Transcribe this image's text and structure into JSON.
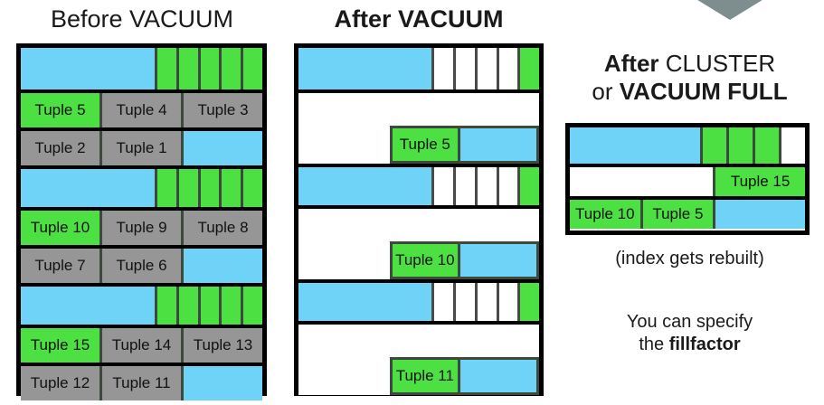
{
  "titles": {
    "before": "Before VACUUM",
    "after": "After VACUUM",
    "cluster_line1_bold": "After",
    "cluster_line1_rest": " CLUSTER",
    "cluster_line2_rest": "or ",
    "cluster_line2_bold": "VACUUM FULL"
  },
  "notes": {
    "index": "(index gets rebuilt)",
    "fill_prefix": "You can specify",
    "fill_line2_prefix": "the ",
    "fill_bold": "fillfactor"
  },
  "colors": {
    "blue": "#6fd2f7",
    "green": "#4ce042",
    "gray": "#969696",
    "white": "#ffffff",
    "border": "#000000",
    "arrow_gray": "#7e8d8e"
  },
  "before_table": {
    "pages": [
      {
        "header": {
          "blue_fraction": 0.565,
          "green_segments": 5
        },
        "row_a": [
          {
            "label": "Tuple 5",
            "fill": "green"
          },
          {
            "label": "Tuple 4",
            "fill": "gray"
          },
          {
            "label": "Tuple 3",
            "fill": "gray"
          }
        ],
        "row_b": [
          {
            "label": "Tuple 2",
            "fill": "gray"
          },
          {
            "label": "Tuple 1",
            "fill": "gray"
          },
          {
            "label": "",
            "fill": "blue"
          }
        ]
      },
      {
        "header": {
          "blue_fraction": 0.565,
          "green_segments": 5
        },
        "row_a": [
          {
            "label": "Tuple 10",
            "fill": "green"
          },
          {
            "label": "Tuple 9",
            "fill": "gray"
          },
          {
            "label": "Tuple 8",
            "fill": "gray"
          }
        ],
        "row_b": [
          {
            "label": "Tuple 7",
            "fill": "gray"
          },
          {
            "label": "Tuple 6",
            "fill": "gray"
          },
          {
            "label": "",
            "fill": "blue"
          }
        ]
      },
      {
        "header": {
          "blue_fraction": 0.565,
          "green_segments": 5
        },
        "row_a": [
          {
            "label": "Tuple 15",
            "fill": "green"
          },
          {
            "label": "Tuple 14",
            "fill": "gray"
          },
          {
            "label": "Tuple 13",
            "fill": "gray"
          }
        ],
        "row_b": [
          {
            "label": "Tuple 12",
            "fill": "gray"
          },
          {
            "label": "Tuple 11",
            "fill": "gray"
          },
          {
            "label": "",
            "fill": "blue"
          }
        ]
      }
    ]
  },
  "after_table": {
    "pages": [
      {
        "header": {
          "blue_fraction": 0.565,
          "cells": [
            "white",
            "white",
            "white",
            "white",
            "green"
          ]
        },
        "tuple": {
          "label": "Tuple 5"
        }
      },
      {
        "header": {
          "blue_fraction": 0.565,
          "cells": [
            "white",
            "white",
            "white",
            "white",
            "green"
          ]
        },
        "tuple": {
          "label": "Tuple 10"
        }
      },
      {
        "header": {
          "blue_fraction": 0.565,
          "cells": [
            "white",
            "white",
            "white",
            "white",
            "green"
          ]
        },
        "tuple": {
          "label": "Tuple 11"
        }
      }
    ]
  },
  "cluster_table": {
    "header": {
      "blue_fraction": 0.565,
      "cells": [
        "green",
        "green",
        "green",
        "white"
      ]
    },
    "row_2": [
      {
        "label": "",
        "fill": "white",
        "width_pct": 62
      },
      {
        "label": "Tuple 15",
        "fill": "green",
        "width_pct": 38
      }
    ],
    "row_3": [
      {
        "label": "Tuple 10",
        "fill": "green",
        "width_pct": 31
      },
      {
        "label": "Tuple 5",
        "fill": "green",
        "width_pct": 31
      },
      {
        "label": "",
        "fill": "blue",
        "width_pct": 38
      }
    ]
  }
}
